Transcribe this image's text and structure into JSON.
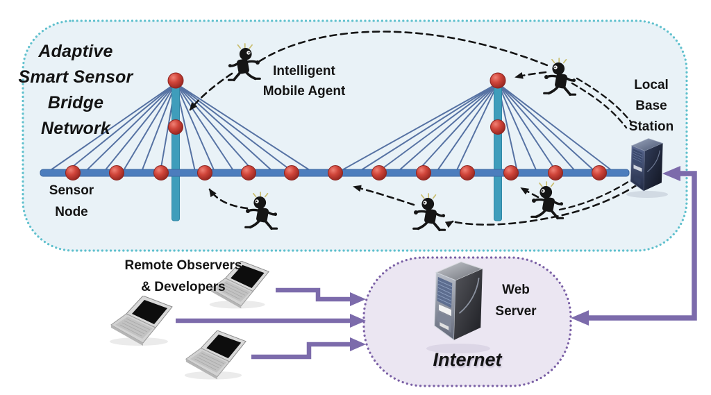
{
  "figure": {
    "network_panel": {
      "title": "Adaptive\nSmart Sensor\nBridge\nNetwork",
      "mobile_agent_label": "Intelligent\nMobile Agent",
      "sensor_node_label": "Sensor\nNode",
      "base_station_label": "Local\nBase\nStation",
      "bridge": {
        "deck_sensor_count": 13,
        "tower_count": 2,
        "tower_sensor_count": 4,
        "mobile_agent_count": 5
      }
    },
    "internet_panel": {
      "web_server_label": "Web\nServer",
      "internet_label": "Internet"
    },
    "observers_label": "Remote Observers\n& Developers",
    "laptop_count": 3,
    "icons": {
      "mobile_agent": "running-robot-icon",
      "sensor_node": "red-sphere-icon",
      "base_station": "server-tower-icon",
      "web_server": "server-tower-icon",
      "observer": "laptop-icon"
    },
    "colors": {
      "network_fill": "#e9f2f7",
      "network_border": "#5fc0cd",
      "internet_fill": "#ebe6f2",
      "internet_border": "#7a5fa5",
      "arrow_purple": "#7c6bab",
      "deck_blue": "#4c7dbd",
      "cable_blue": "#5672a3",
      "tower_teal": "#3f9dbb",
      "node_red": "#c43a30",
      "agent_ink": "#151515"
    }
  }
}
